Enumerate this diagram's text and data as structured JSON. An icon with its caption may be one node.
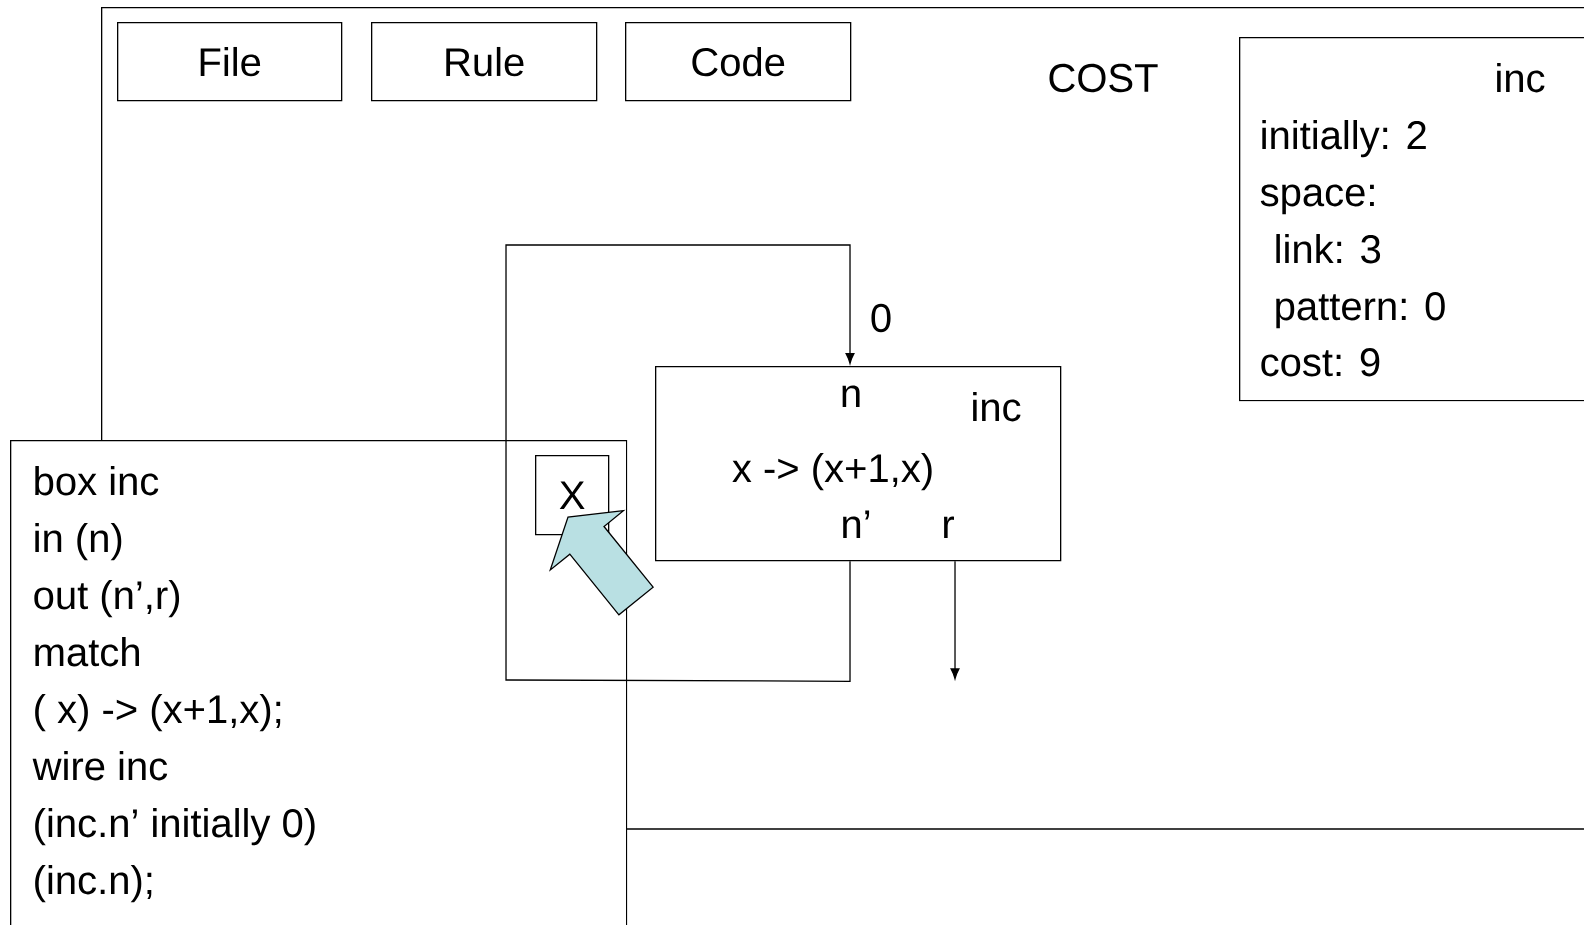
{
  "diagram": {
    "nodes": [
      {
        "text": [],
        "shape": "box"
      },
      {
        "text": [
          "File"
        ],
        "in": 0
      },
      {
        "text": [
          "Rule"
        ],
        "in": 0
      },
      {
        "text": [
          "Code"
        ],
        "in": 0
      },
      {
        "text": [
          "inc",
          "initially: 2",
          "space:",
          "link: 3",
          "pattern: 0",
          "cost: 9"
        ],
        "in": 0
      },
      {
        "text": [
          "n",
          "inc",
          "x -> (x+1,x)",
          "n’",
          "r"
        ],
        "in": 0
      },
      {
        "text": [
          "box inc",
          "in (n)",
          "out (n’,r)",
          "match",
          "( x) -> (x+1,x);",
          "wire inc",
          "(inc.n’ initially 0)",
          "(inc.n);"
        ]
      },
      {
        "text": [
          "X"
        ],
        "in": 6
      }
    ],
    "edges": [
      {
        "from": 5,
        "to": 5,
        "arrow": "to",
        "label": "0"
      },
      {
        "from": 5,
        "to": null,
        "arrow": "to"
      },
      {
        "from": null,
        "to": 7,
        "arrow": "to",
        "style": "thick",
        "color": "#b9e0e3"
      }
    ],
    "labels": [
      "COST"
    ]
  }
}
